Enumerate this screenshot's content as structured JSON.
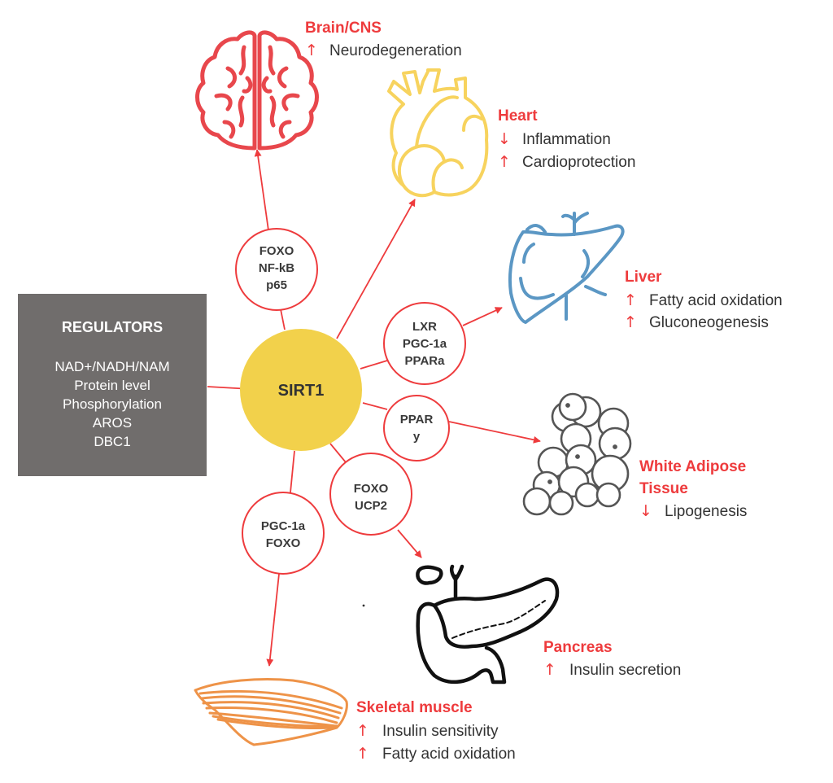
{
  "colors": {
    "accent_red": "#ee3b3d",
    "hub_yellow": "#f2d14b",
    "regulator_box": "#706d6c",
    "brain": "#e8474c",
    "heart": "#f7d35e",
    "liver": "#5b97c4",
    "adipose": "#555555",
    "pancreas": "#111111",
    "muscle": "#ee9348",
    "text_dark": "#333333"
  },
  "hub": {
    "label": "SIRT1"
  },
  "regulators": {
    "title": "REGULATORS",
    "items": [
      "NAD+/NADH/NAM",
      "Protein level",
      "Phosphorylation",
      "AROS",
      "DBC1"
    ]
  },
  "mediators": [
    {
      "id": "brain-mediator",
      "lines": [
        "FOXO",
        "NF-kB",
        "p65"
      ]
    },
    {
      "id": "liver-mediator",
      "lines": [
        "LXR",
        "PGC-1a",
        "PPARa"
      ]
    },
    {
      "id": "adipose-mediator",
      "lines": [
        "PPAR",
        "y"
      ]
    },
    {
      "id": "pancreas-mediator",
      "lines": [
        "FOXO",
        "UCP2"
      ]
    },
    {
      "id": "muscle-mediator",
      "lines": [
        "PGC-1a",
        "FOXO"
      ]
    }
  ],
  "organs": {
    "brain": {
      "icon": "brain-icon",
      "title": "Brain/CNS",
      "effects": [
        {
          "arrow": "↑",
          "direction": "up",
          "text": "Neurodegeneration"
        }
      ]
    },
    "heart": {
      "icon": "heart-organ-icon",
      "title": "Heart",
      "effects": [
        {
          "arrow": "↓",
          "direction": "down",
          "text": "Inflammation"
        },
        {
          "arrow": "↑",
          "direction": "up",
          "text": "Cardioprotection"
        }
      ]
    },
    "liver": {
      "icon": "liver-icon",
      "title": "Liver",
      "effects": [
        {
          "arrow": "↑",
          "direction": "up",
          "text": "Fatty acid oxidation"
        },
        {
          "arrow": "↑",
          "direction": "up",
          "text": "Gluconeogenesis"
        }
      ]
    },
    "adipose": {
      "icon": "adipose-cells-icon",
      "title_lines": [
        "White Adipose",
        "Tissue"
      ],
      "effects": [
        {
          "arrow": "↓",
          "direction": "down",
          "text": "Lipogenesis"
        }
      ]
    },
    "pancreas": {
      "icon": "pancreas-icon",
      "title": "Pancreas",
      "effects": [
        {
          "arrow": "↑",
          "direction": "up",
          "text": "Insulin secretion"
        }
      ]
    },
    "muscle": {
      "icon": "skeletal-muscle-icon",
      "title": "Skeletal muscle",
      "effects": [
        {
          "arrow": "↑",
          "direction": "up",
          "text": "Insulin sensitivity"
        },
        {
          "arrow": "↑",
          "direction": "up",
          "text": "Fatty acid oxidation"
        }
      ]
    }
  }
}
